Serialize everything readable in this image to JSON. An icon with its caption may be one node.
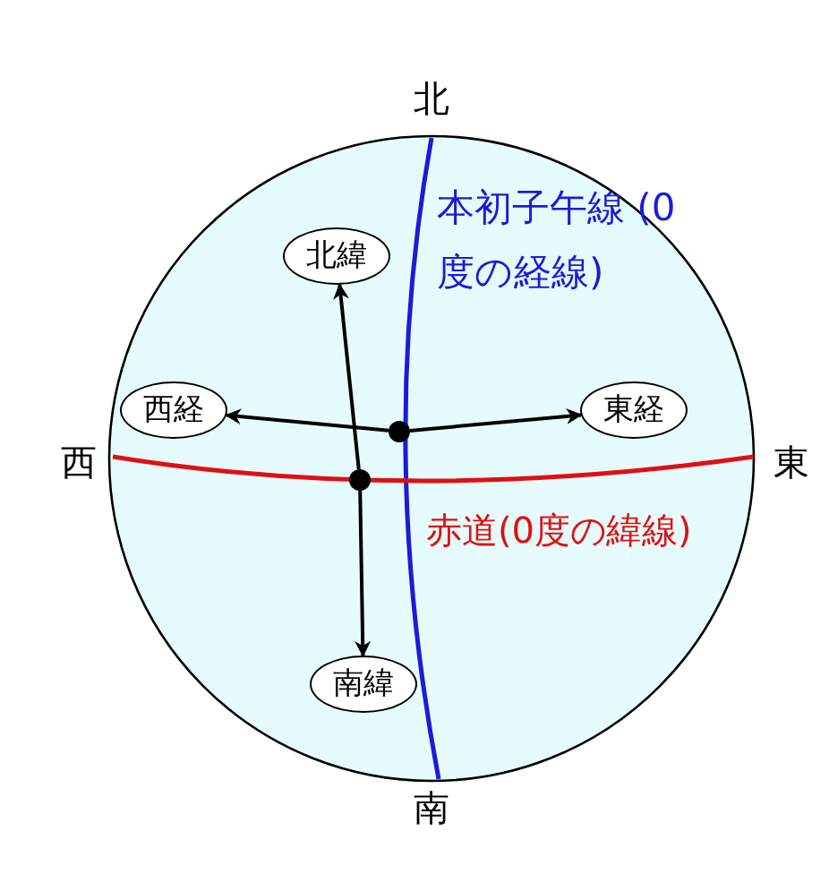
{
  "diagram": {
    "nodes": [
      {
        "text": [
          "北緯"
        ]
      },
      {
        "text": [
          "西経"
        ]
      },
      {
        "text": [
          "東経"
        ]
      },
      {
        "text": [
          "南緯"
        ]
      },
      {
        "text": [],
        "shape": "circle"
      },
      {
        "text": [],
        "shape": "circle"
      }
    ],
    "edges": [
      {
        "from": 4,
        "to": 1,
        "arrow": "to"
      },
      {
        "from": 4,
        "to": 2,
        "arrow": "to"
      },
      {
        "from": 5,
        "to": 0,
        "arrow": "to"
      },
      {
        "from": 5,
        "to": 3,
        "arrow": "to"
      }
    ],
    "labels": [
      "北",
      "本初子午線 (0度の経線)",
      "西",
      "東",
      "赤道(0度の緯線)",
      "南"
    ]
  }
}
